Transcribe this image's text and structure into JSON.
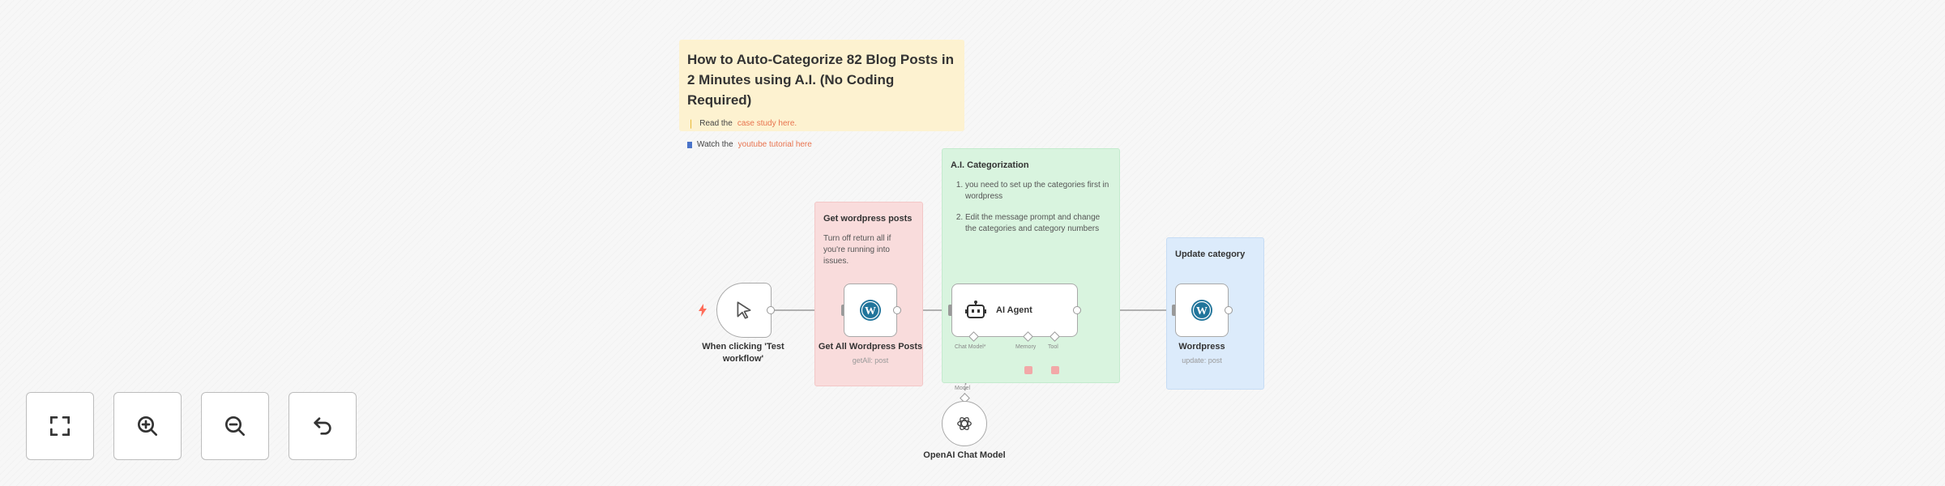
{
  "notes": {
    "intro": {
      "title": "How to Auto-Categorize 82 Blog Posts in 2 Minutes using A.I. (No Coding Required)",
      "lines": [
        {
          "prefix": "Read the",
          "link": "case study here."
        },
        {
          "prefix": "Watch the",
          "link": "youtube tutorial here"
        }
      ]
    },
    "get_posts": {
      "title": "Get wordpress posts",
      "text": "Turn off return all if you're running into issues."
    },
    "ai": {
      "title": "A.I. Categorization",
      "items": [
        "you need to set up the categories first in wordpress",
        "Edit the message prompt and change the categories and category numbers"
      ]
    },
    "update": {
      "title": "Update category"
    }
  },
  "nodes": {
    "trigger": {
      "label": "When clicking 'Test workflow'"
    },
    "get_all": {
      "label": "Get All Wordpress Posts",
      "sub": "getAll: post"
    },
    "agent": {
      "label": "AI Agent",
      "ports": {
        "chat_model": "Chat Model*",
        "memory": "Memory",
        "tool": "Tool"
      }
    },
    "wordpress": {
      "label": "Wordpress",
      "sub": "update: post"
    },
    "openai": {
      "label": "OpenAI Chat Model",
      "port": "Model"
    }
  },
  "colors": {
    "accent": "#ff6d5a",
    "sticky_yellow": "#fdf2d0",
    "sticky_pink": "#f9dcdc",
    "sticky_green": "#d9f4df",
    "sticky_blue": "#dcebfb",
    "wordpress": "#21759b"
  },
  "toolbar": [
    {
      "icon": "fit-view-icon"
    },
    {
      "icon": "zoom-in-icon"
    },
    {
      "icon": "zoom-out-icon"
    },
    {
      "icon": "reset-zoom-icon"
    }
  ]
}
